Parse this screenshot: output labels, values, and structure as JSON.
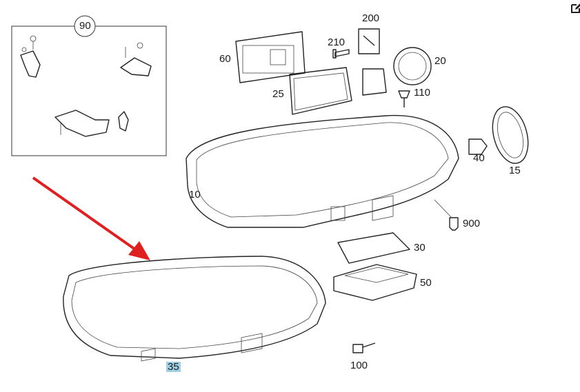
{
  "diagram": {
    "part_labels": {
      "p90": "90",
      "p60": "60",
      "p210": "210",
      "p200": "200",
      "p20": "20",
      "p25": "25",
      "p110": "110",
      "p10": "10",
      "p40": "40",
      "p15": "15",
      "p900": "900",
      "p30": "30",
      "p50": "50",
      "p100": "100",
      "p35": "35"
    },
    "highlighted_part": "35",
    "colors": {
      "arrow": "#e02020",
      "highlight": "#9fd0e6"
    }
  },
  "toolbar": {
    "edit_icon": "edit-icon"
  }
}
